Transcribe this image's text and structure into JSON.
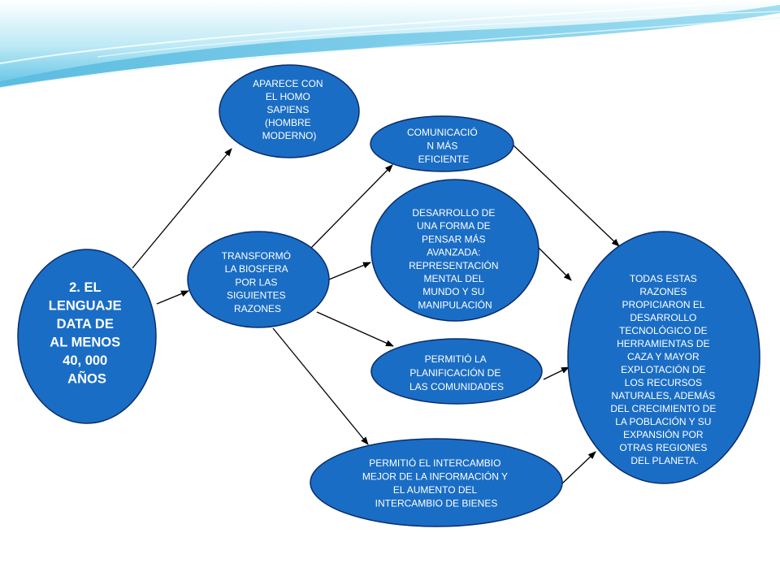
{
  "colors": {
    "node_fill": "#1a6dc4",
    "node_stroke": "#0a2d6b",
    "arrow": "#000000",
    "text": "#ffffff",
    "wave_light": "#a8e2f3",
    "wave_dark": "#4fb8e0"
  },
  "nodes": {
    "lenguaje": {
      "lines": [
        "2. EL",
        "LENGUAJE",
        "DATA DE",
        "AL MENOS",
        "40, 000",
        "AÑOS"
      ]
    },
    "aparece": {
      "lines": [
        "APARECE CON",
        "EL HOMO",
        "SAPIENS",
        "(HOMBRE",
        "MODERNO)"
      ]
    },
    "transformo": {
      "lines": [
        "TRANSFORMÓ",
        "LA BIOSFERA",
        "POR LAS",
        "SIGUIENTES",
        "RAZONES"
      ]
    },
    "comunicacion": {
      "lines": [
        "COMUNICACIÓ",
        "N MÁS",
        "EFICIENTE"
      ]
    },
    "desarrollo": {
      "lines": [
        "DESARROLLO DE",
        "UNA FORMA DE",
        "PENSAR MÁS",
        "AVANZADA:",
        "REPRESENTACIÓN",
        "MENTAL DEL",
        "MUNDO Y SU",
        "MANIPULACIÓN"
      ]
    },
    "planificacion": {
      "lines": [
        "PERMITIÓ  LA",
        "PLANIFICACIÓN  DE",
        "LAS COMUNIDADES"
      ]
    },
    "intercambio": {
      "lines": [
        "PERMITIÓ  EL INTERCAMBIO",
        "MEJOR DE LA INFORMACIÓN  Y",
        "EL AUMENTO  DEL",
        "INTERCAMBIO  DE BIENES"
      ]
    },
    "todas": {
      "lines": [
        "TODAS ESTAS",
        "RAZONES",
        "PROPICIARON  EL",
        "DESARROLLO",
        "TECNOLÓGICO  DE",
        "HERRAMIENTAS DE",
        "CAZA Y MAYOR",
        "EXPLOTACIÓN  DE",
        "LOS RECURSOS",
        "NATURALES,  ADEMÁS",
        "DEL CRECIMIENTO  DE",
        "LA POBLACIÓN  Y SU",
        "EXPANSIÓN POR",
        "OTRAS REGIONES",
        "DEL PLANETA."
      ]
    }
  }
}
